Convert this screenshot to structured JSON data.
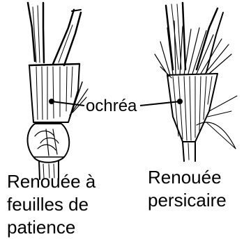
{
  "diagram": {
    "callout_label": "ochréa",
    "left_caption": [
      "Renouée à",
      "feuilles de",
      "patience"
    ],
    "right_caption": [
      "Renouée",
      "persicaire"
    ]
  },
  "colors": {
    "ink": "#000000",
    "paper": "#ffffff"
  }
}
